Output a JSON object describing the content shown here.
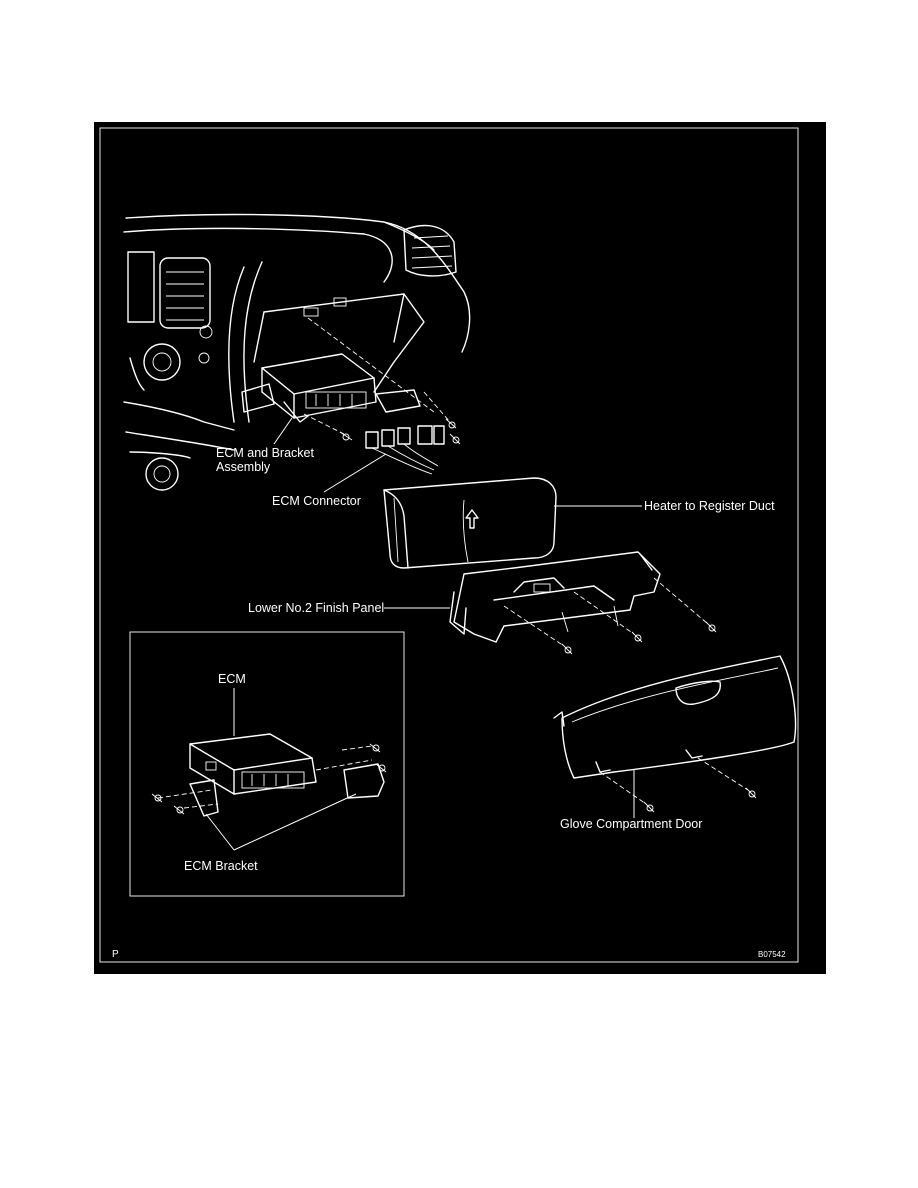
{
  "labels": {
    "ecm_bracket_assembly_line1": "ECM and Bracket",
    "ecm_bracket_assembly_line2": "Assembly",
    "ecm_connector": "ECM Connector",
    "heater_duct": "Heater to Register Duct",
    "lower_finish_panel": "Lower No.2 Finish Panel",
    "ecm": "ECM",
    "ecm_bracket": "ECM Bracket",
    "glove_door": "Glove Compartment Door"
  },
  "footer": {
    "page_mark": "P",
    "figure_code": "B07542"
  },
  "colors": {
    "background": "#000000",
    "line": "#ffffff",
    "page": "#ffffff"
  }
}
